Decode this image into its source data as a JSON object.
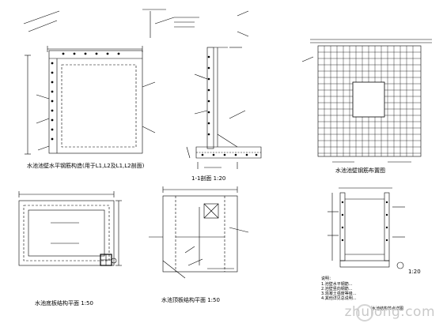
{
  "captions": {
    "tank_wall_section": "水池池壁水平钢筋构造(用于L1,L2及L1,L2剖面)",
    "section_1_1": "1-1剖面  1:20",
    "wall_reinforcement_layout": "水池池壁钢筋布置图",
    "bottom_plan": "水池底板结构平面  1:50",
    "top_plan": "水池顶板结构平面  1:50",
    "small_detail": "1:20",
    "notes_title": "说明："
  },
  "notes": [
    "1.池壁水平钢筋...",
    "2.池壁竖向钢筋...",
    "3.混凝土强度等级...",
    "4.其他详见总说明..."
  ],
  "footer": "水池结构节点详图",
  "watermark": "zhulong.com",
  "colors": {
    "line": "#000000",
    "watermark": "#c9c9c9"
  }
}
